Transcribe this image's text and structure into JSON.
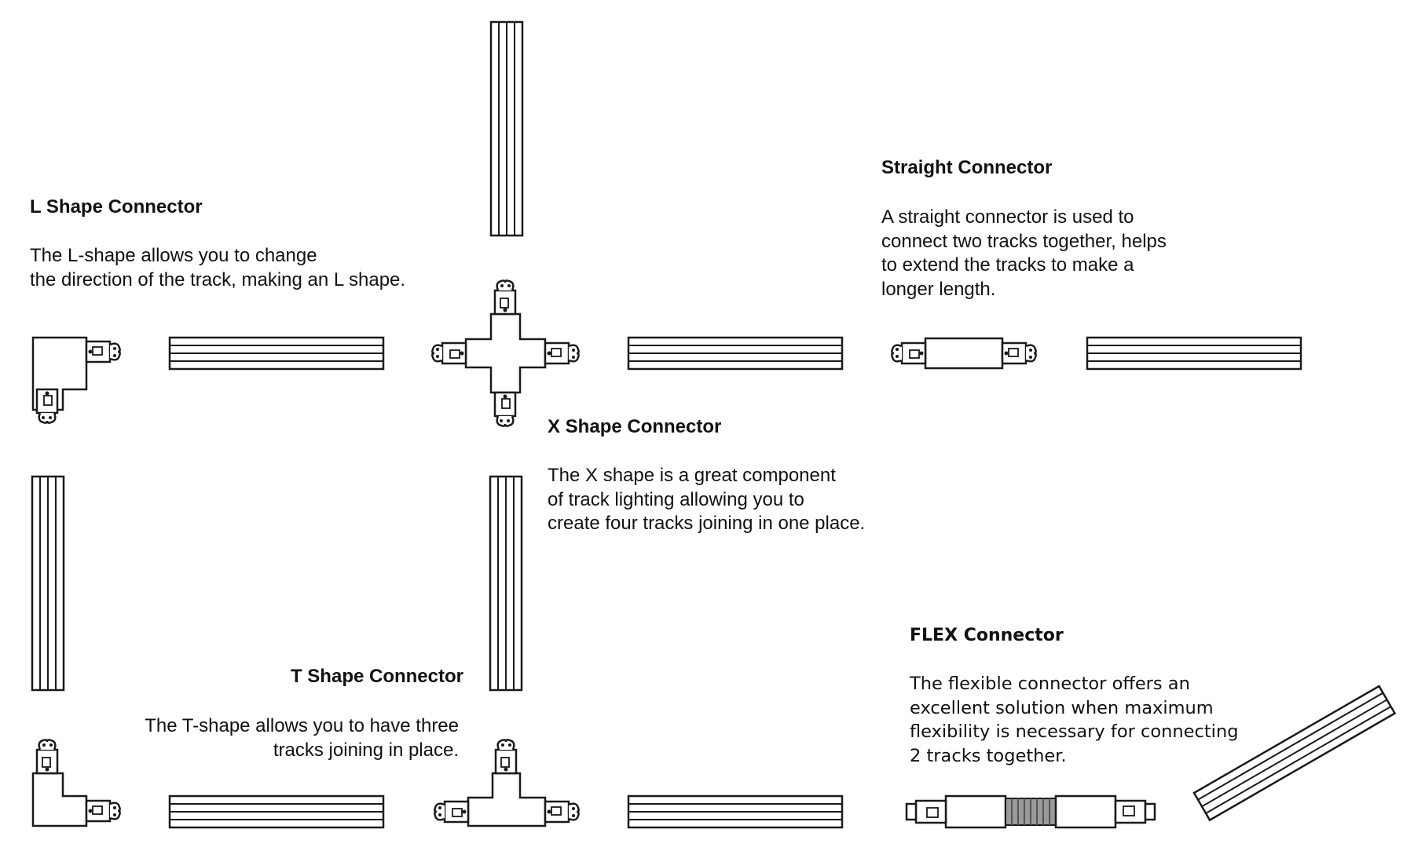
{
  "l_shape": {
    "title": "L Shape Connector",
    "description": [
      "The L-shape allows you to change",
      "the direction of the track, making an L shape."
    ]
  },
  "x_shape": {
    "title": "X Shape Connector",
    "description": [
      "The X shape is a great component",
      "of track lighting allowing you to",
      "create four tracks joining in one place."
    ]
  },
  "straight": {
    "title": "Straight Connector",
    "description": [
      "A straight connector is used to",
      "connect two tracks together, helps",
      "to extend the tracks to make a",
      "longer length."
    ]
  },
  "t_shape": {
    "title": "T Shape Connector",
    "description": [
      "The T-shape allows you to have three",
      "tracks joining in place."
    ]
  },
  "flex": {
    "title": "FLEX Connector",
    "description": [
      "The flexible connector offers an",
      "excellent solution when maximum",
      "flexibility is necessary for connecting",
      "2 tracks together."
    ]
  },
  "colors": {
    "line": "#1a1a1a",
    "fill": "#ffffff",
    "bellows": "#9a9a9a"
  }
}
